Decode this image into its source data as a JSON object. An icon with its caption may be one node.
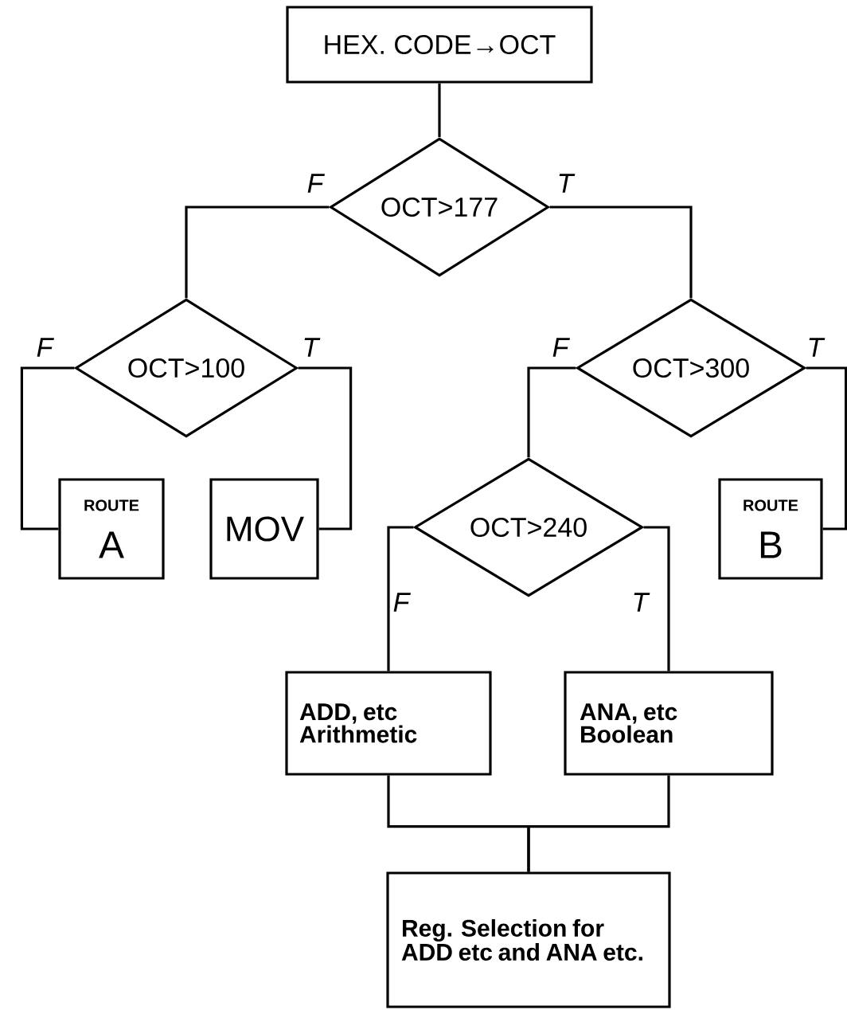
{
  "diagram": {
    "nodes": [
      {
        "text": [
          "HEX. CODE→OCT"
        ]
      },
      {
        "text": [
          "OCT>177"
        ]
      },
      {
        "text": [
          "OCT>100"
        ]
      },
      {
        "text": [
          "OCT>300"
        ]
      },
      {
        "text": [
          "ROUTE",
          "A"
        ]
      },
      {
        "text": [
          "MOV"
        ]
      },
      {
        "text": [
          "OCT>240"
        ]
      },
      {
        "text": [
          "ROUTE",
          "B"
        ]
      },
      {
        "text": [
          "ADD, etc Arithmetic"
        ]
      },
      {
        "text": [
          "ANA, etc Boolean"
        ]
      },
      {
        "text": [
          "Reg. Selection for ADD etc and ANA etc."
        ]
      }
    ],
    "edges": [
      {
        "from": 0,
        "to": 1,
        "arrow": "none"
      },
      {
        "from": 1,
        "to": 2,
        "arrow": "none",
        "label": "F"
      },
      {
        "from": 1,
        "to": 3,
        "arrow": "none",
        "label": "T"
      },
      {
        "from": 2,
        "to": 4,
        "arrow": "none",
        "label": "F"
      },
      {
        "from": 2,
        "to": 5,
        "arrow": "none",
        "label": "T"
      },
      {
        "from": 3,
        "to": 6,
        "arrow": "none",
        "label": "F"
      },
      {
        "from": 3,
        "to": 7,
        "arrow": "none",
        "label": "T"
      },
      {
        "from": 6,
        "to": 8,
        "arrow": "none",
        "label": "F"
      },
      {
        "from": 6,
        "to": 9,
        "arrow": "none",
        "label": "T"
      },
      {
        "from": 8,
        "to": 10,
        "arrow": "none"
      },
      {
        "from": 9,
        "to": 10,
        "arrow": "none"
      }
    ]
  }
}
